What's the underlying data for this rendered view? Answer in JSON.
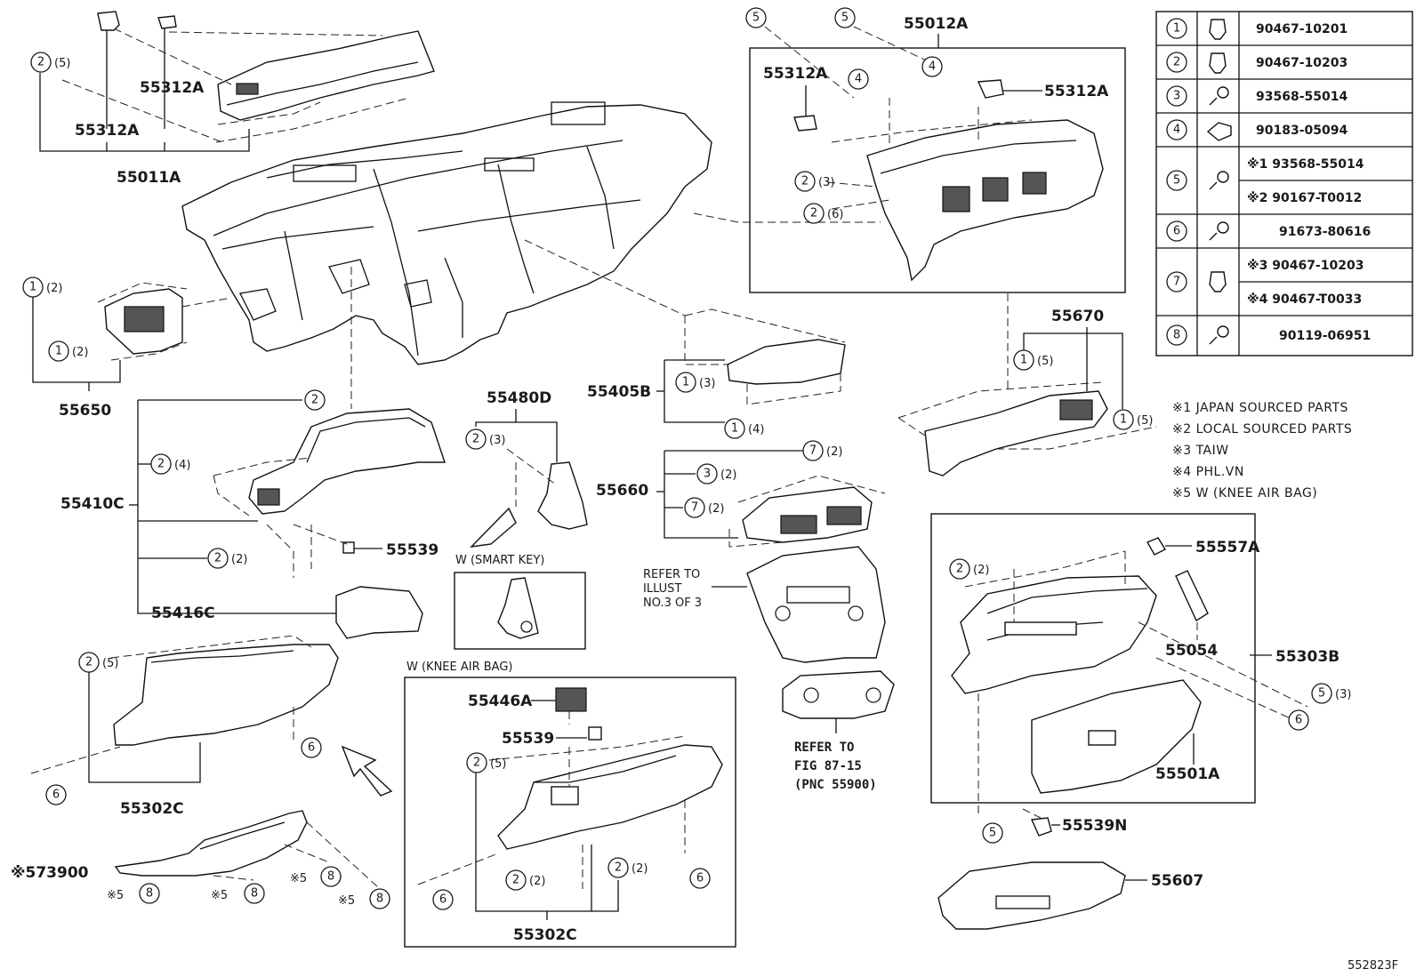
{
  "parts": {
    "p55011A": "55011A",
    "p55312A_a": "55312A",
    "p55312A_b": "55312A",
    "p55012A": "55012A",
    "p55312A_c": "55312A",
    "p55312A_d": "55312A",
    "p55650": "55650",
    "p55410C": "55410C",
    "p55539_a": "55539",
    "p55416C": "55416C",
    "p55480D": "55480D",
    "p55405B": "55405B",
    "p55660": "55660",
    "p55670": "55670",
    "p55557A": "55557A",
    "p55054": "55054",
    "p55303B": "55303B",
    "p55501A": "55501A",
    "p55539N": "55539N",
    "p55607": "55607",
    "p55302C_a": "55302C",
    "p55302C_b": "55302C",
    "p55446A": "55446A",
    "p55539_b": "55539",
    "p573900": "※573900",
    "figure_id": "552823F"
  },
  "labels": {
    "smart_key": "W (SMART  KEY)",
    "knee_airbag": "W (KNEE AIR BAG)",
    "refer_illust_1": "REFER TO",
    "refer_illust_2": "ILLUST",
    "refer_illust_3": "NO.3 OF 3",
    "refer_fig_1": "REFER TO",
    "refer_fig_2": "FIG 87-15",
    "refer_fig_3": "(PNC 55900)",
    "note5": "※5"
  },
  "notes": [
    "※1  JAPAN  SOURCED PARTS",
    "※2  LOCAL  SOURCED PARTS",
    "※3  TAIW",
    "※4  PHL.VN",
    "※5 W (KNEE AIR BAG)"
  ],
  "fastener_table": [
    {
      "no": "1",
      "icon": "clip-icon",
      "part": "90467-10201"
    },
    {
      "no": "2",
      "icon": "clip-icon",
      "part": "90467-10203"
    },
    {
      "no": "3",
      "icon": "screw-icon",
      "part": "93568-55014"
    },
    {
      "no": "4",
      "icon": "nut-clip-icon",
      "part": "90183-05094"
    },
    {
      "no": "5",
      "icon": "screw-icon",
      "part_a": "※1 93568-55014",
      "part_b": "※2 90167-T0012"
    },
    {
      "no": "6",
      "icon": "screw-icon",
      "part": "91673-80616"
    },
    {
      "no": "7",
      "icon": "clip-icon",
      "part_a": "※3 90467-10203",
      "part_b": "※4 90467-T0033"
    },
    {
      "no": "8",
      "icon": "bolt-icon",
      "part": "90119-06951"
    }
  ],
  "callouts": {
    "c2_5": "(5)",
    "c2_2": "(2)",
    "c2_3": "(3)",
    "c2_4": "(4)",
    "c2_6": "(6)",
    "c1_2": "(2)",
    "c1_3": "(3)",
    "c1_4": "(4)",
    "c1_5": "(5)",
    "c3_2": "(2)",
    "c5_3": "(3)",
    "c7_2": "(2)",
    "n1": "1",
    "n2": "2",
    "n3": "3",
    "n4": "4",
    "n5": "5",
    "n6": "6",
    "n7": "7",
    "n8": "8"
  }
}
